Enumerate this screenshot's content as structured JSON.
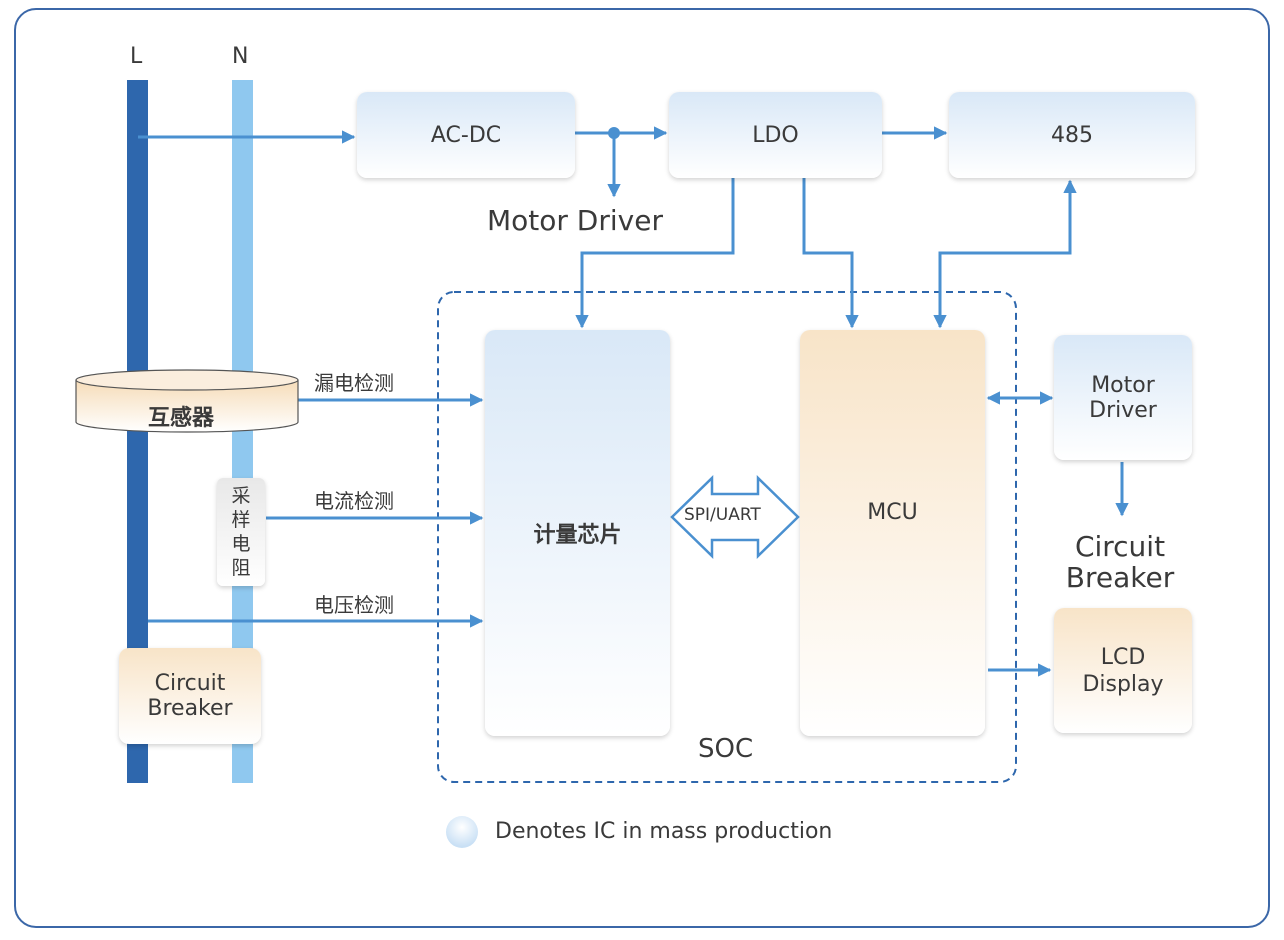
{
  "lines": {
    "L": "L",
    "N": "N"
  },
  "blocks": {
    "acdc": "AC-DC",
    "ldo": "LDO",
    "rs485": "485",
    "metering_chip": "计量芯片",
    "mcu": "MCU",
    "motor_driver_box": "Motor\nDriver",
    "lcd_display": "LCD\nDisplay",
    "breaker_left": "Circuit\nBreaker",
    "transformer": "互感器",
    "sampling_resistor": "采\n样\n电\n阻"
  },
  "labels": {
    "motor_driver_top": "Motor Driver",
    "leakage_detect": "漏电检测",
    "current_detect": "电流检测",
    "voltage_detect": "电压检测",
    "spi_uart": "SPI/UART",
    "soc": "SOC",
    "breaker_right": "Circuit\nBreaker"
  },
  "legend": {
    "text": "Denotes IC in mass production"
  },
  "colors": {
    "line_L": "#2e67ad",
    "line_N": "#8fc8ef",
    "arrow": "#4a90d0",
    "frame": "#3b67a8",
    "ic_blue": "#d9e8f7",
    "ic_orange": "#f8e4c8"
  }
}
